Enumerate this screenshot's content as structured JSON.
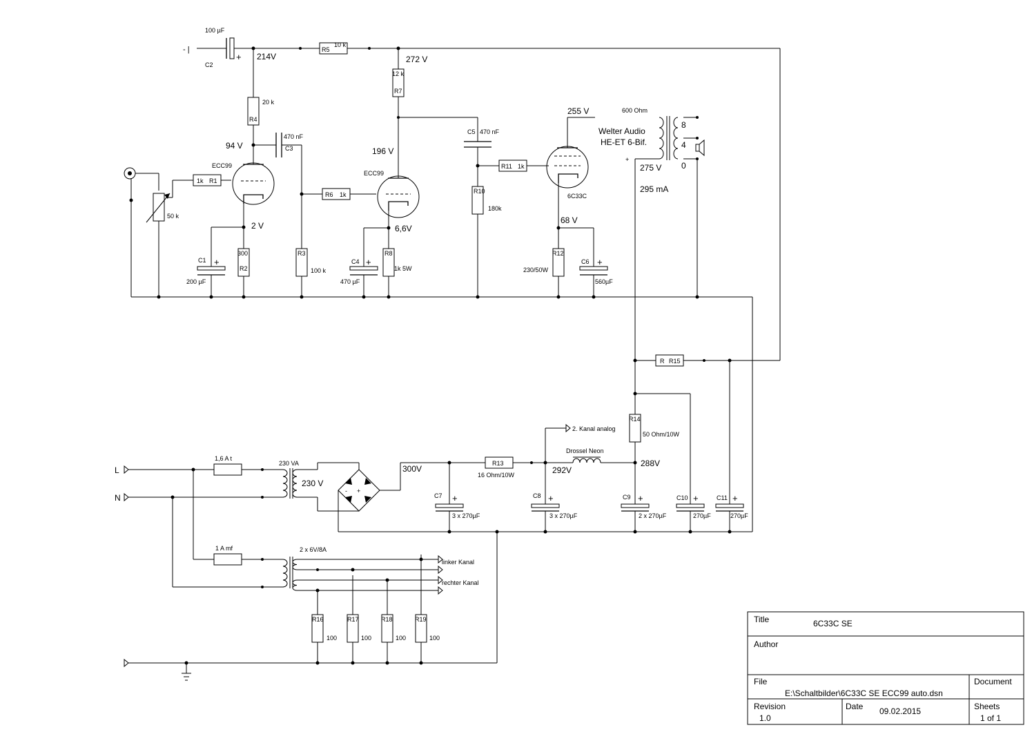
{
  "inputs": {
    "plus_mark": "+",
    "polarity_mark": "- |"
  },
  "capacitors": {
    "c1": {
      "ref": "C1",
      "value": "200 µF"
    },
    "c2": {
      "ref": "C2",
      "value": "100 µF"
    },
    "c3": {
      "ref": "C3",
      "value": "470 nF"
    },
    "c4": {
      "ref": "C4",
      "value": "470 µF"
    },
    "c5": {
      "ref": "C5",
      "value": "470 nF"
    },
    "c6": {
      "ref": "C6",
      "value": "560µF"
    },
    "c7": {
      "ref": "C7",
      "value": "3 x 270µF"
    },
    "c8": {
      "ref": "C8",
      "value": "3 x 270µF"
    },
    "c9": {
      "ref": "C9",
      "value": "2 x 270µF"
    },
    "c10": {
      "ref": "C10",
      "value": "270µF"
    },
    "c11": {
      "ref": "C11",
      "value": "270µF"
    }
  },
  "resistors": {
    "r1": {
      "ref": "R1",
      "value": "1k"
    },
    "r2": {
      "ref": "R2",
      "value": "300"
    },
    "r3": {
      "ref": "R3",
      "value": "100 k"
    },
    "r4": {
      "ref": "R4",
      "value": "20 k"
    },
    "r5": {
      "ref": "R5",
      "value": "10 k"
    },
    "r6": {
      "ref": "R6",
      "value": "1k"
    },
    "r7": {
      "ref": "R7",
      "value": "12 k"
    },
    "r8": {
      "ref": "R8",
      "value": "1k 5W"
    },
    "r10": {
      "ref": "R10",
      "value": "180k"
    },
    "r11": {
      "ref": "R11",
      "value": "1k"
    },
    "r12": {
      "ref": "R12",
      "value": "230/50W"
    },
    "r13": {
      "ref": "R13",
      "value": "16 Ohm/10W"
    },
    "r14": {
      "ref": "R14",
      "value": "50 Ohm/10W"
    },
    "r15": {
      "ref": "R15",
      "value": "R"
    },
    "r16": {
      "ref": "R16",
      "value": "100"
    },
    "r17": {
      "ref": "R17",
      "value": "100"
    },
    "r18": {
      "ref": "R18",
      "value": "100"
    },
    "r19": {
      "ref": "R19",
      "value": "100"
    }
  },
  "pot": {
    "value": "50 k"
  },
  "tubes": {
    "v1": "ECC99",
    "v2": "ECC99",
    "v3": "6C33C"
  },
  "voltages": {
    "n214": "214V",
    "n272": "272 V",
    "n94": "94 V",
    "n196": "196 V",
    "n2": "2 V",
    "n66": "6,6V",
    "n255": "255 V",
    "n68": "68 V",
    "n275": "275 V",
    "i295": "295 mA",
    "n300": "300V",
    "n292": "292V",
    "n288": "288V"
  },
  "output_transformer": {
    "line1": "Welter Audio",
    "line2": "HE-ET 6-Bif.",
    "primary": "600 Ohm",
    "tap8": "8",
    "tap4": "4",
    "tap0": "0",
    "plus": "+"
  },
  "power": {
    "fuse1": "1,6 A t",
    "fuse2": "1 A mf",
    "tr_rating": "230 VA",
    "tr_secondary": "230 V",
    "heater_rating": "2 x 6V/8A",
    "choke": "Drossel Neon",
    "ch2": "2. Kanal analog",
    "left_ch": "linker Kanal",
    "right_ch": "rechter Kanal",
    "L": "L",
    "N": "N"
  },
  "title_block": {
    "title_label": "Title",
    "title": "6C33C SE",
    "author_label": "Author",
    "author": "",
    "file_label": "File",
    "file": "E:\\Schaltbilder\\6C33C SE ECC99 auto.dsn",
    "document_label": "Document",
    "revision_label": "Revision",
    "revision": "1.0",
    "date_label": "Date",
    "date": "09.02.2015",
    "sheets_label": "Sheets",
    "sheets": "1 of 1"
  }
}
